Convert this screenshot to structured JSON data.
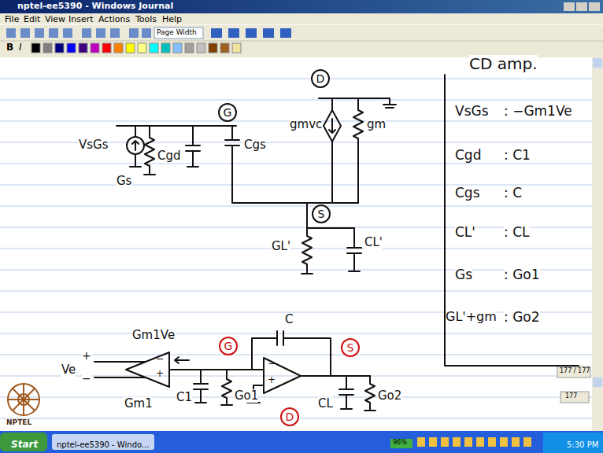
{
  "diagram": {
    "nodes": [
      {
        "text": [
          "G"
        ]
      },
      {
        "text": [
          "D"
        ]
      },
      {
        "text": [
          "S"
        ]
      },
      {
        "text": [
          "G"
        ]
      },
      {
        "text": [
          "S"
        ]
      },
      {
        "text": [
          "D"
        ]
      }
    ],
    "labels": [
      "nptel-ee5390 - Windows Journal",
      "File",
      "Edit",
      "View",
      "Insert",
      "Actions",
      "Tools",
      "Help",
      "Page Width",
      "B",
      "I",
      "CD amp.",
      "VsGs",
      ": −Gm1Ve",
      "Cgd",
      ": C1",
      "Cgs",
      ": C",
      "CL'",
      ": CL",
      "Gs",
      ": Go1",
      "GL'+gm",
      ": Go2",
      "VsGs",
      "Gs",
      "Cgd",
      "Cgs",
      "gmvc",
      "gm",
      "GL'",
      "CL'",
      "Ve",
      "+",
      "−",
      "Gm1Ve",
      "−",
      "+",
      "Gm1",
      "C1",
      "Go1",
      "C",
      "−",
      "+",
      "CL",
      "Go2",
      "177 / 177",
      "177",
      "NPTEL",
      "Start",
      "nptel-ee5390 - Windo...",
      "96%",
      "5:30 PM"
    ]
  }
}
